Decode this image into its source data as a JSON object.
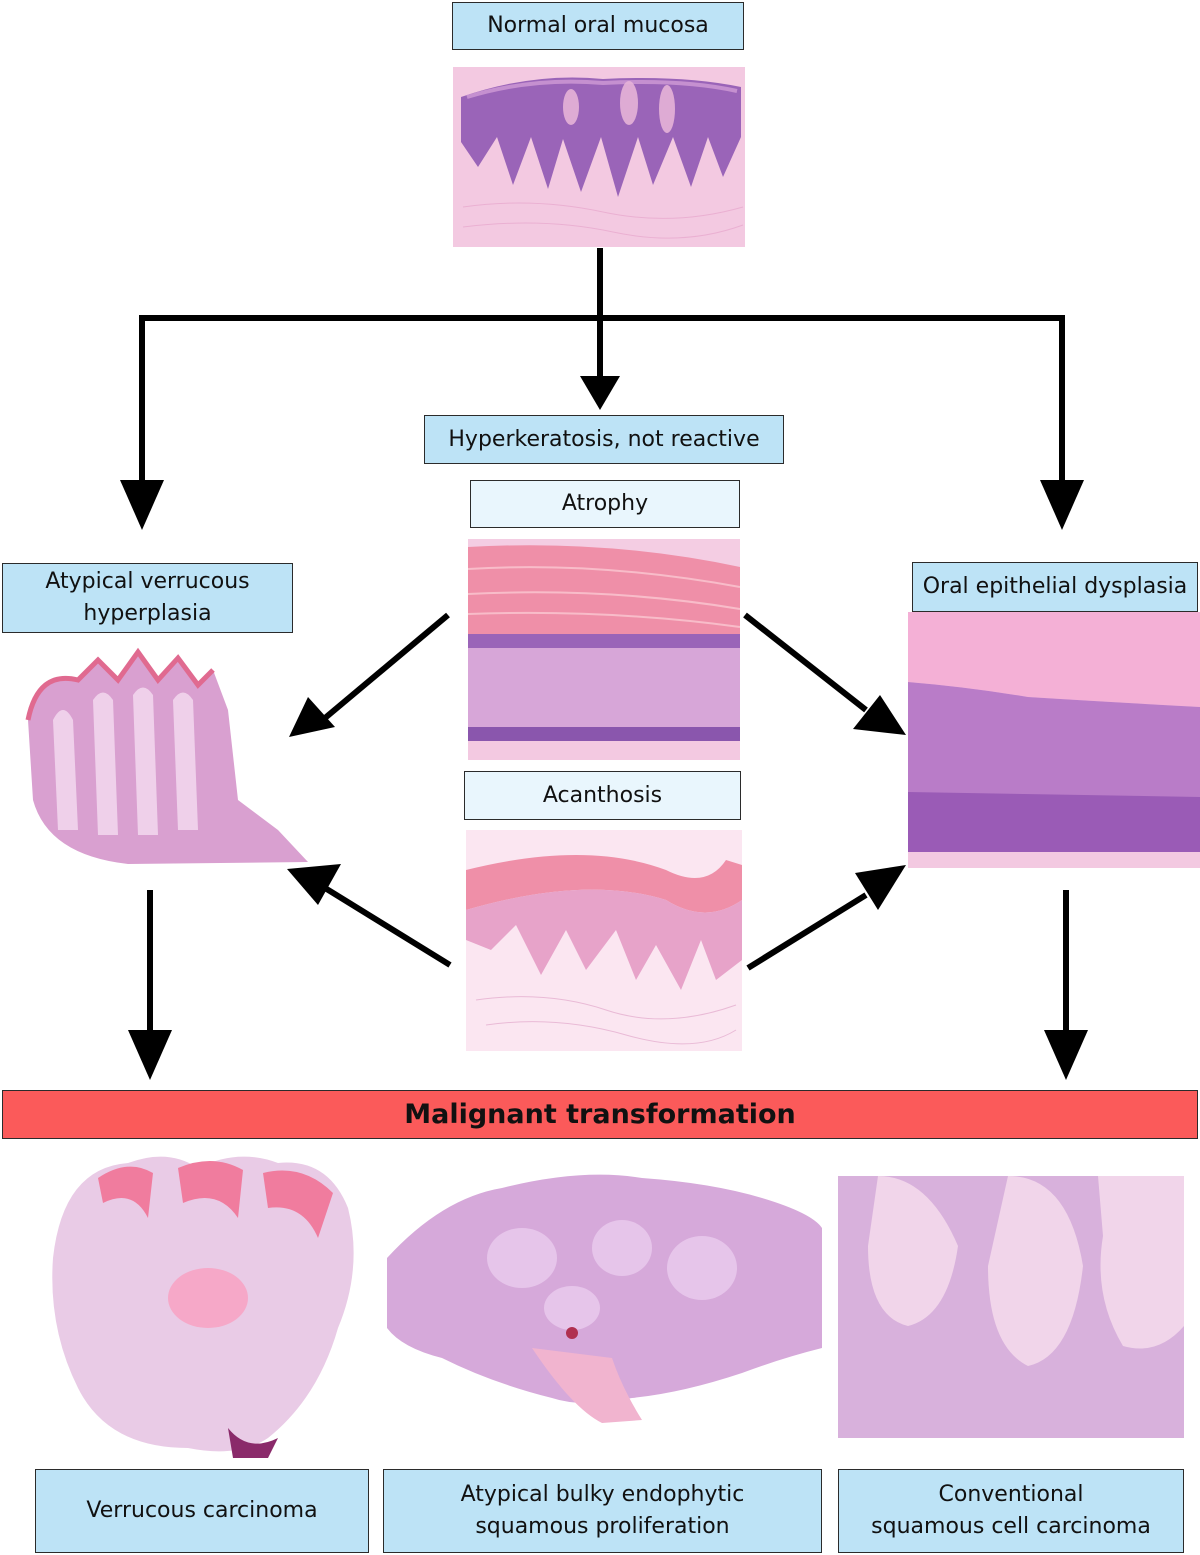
{
  "nodes": {
    "normal": "Normal oral mucosa",
    "hyperkeratosis": "Hyperkeratosis, not reactive",
    "atrophy": "Atrophy",
    "acanthosis": "Acanthosis",
    "avh": "Atypical verrucous\nhyperplasia",
    "oed": "Oral epithelial dysplasia",
    "malignant": "Malignant transformation",
    "verrucous_ca": "Verrucous carcinoma",
    "bulky": "Atypical bulky endophytic\nsquamous proliferation",
    "scc": "Conventional\nsquamous cell carcinoma"
  },
  "colors": {
    "box_blue": "#bde3f6",
    "box_pale": "#e9f6fd",
    "banner_red": "#fb5a5a",
    "stain_pink": "#f2b8d6",
    "stain_purple": "#9a64b8",
    "keratin_pink": "#ef8fa8"
  }
}
